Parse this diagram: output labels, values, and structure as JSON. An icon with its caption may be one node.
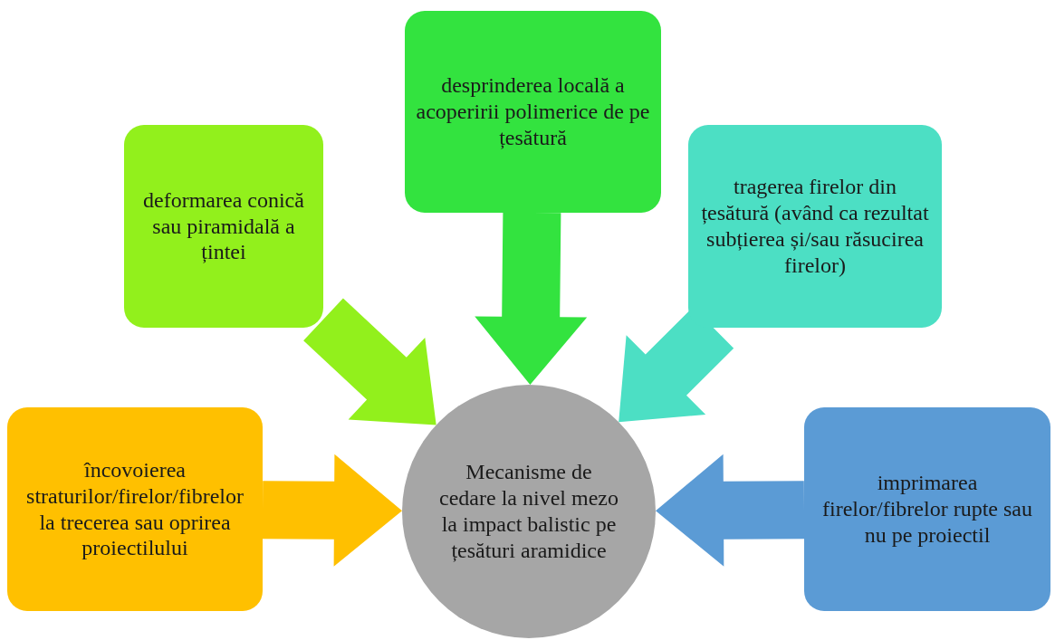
{
  "diagram": {
    "nodes": [
      {
        "text": [
          "deformarea conică sau piramidală a țintei"
        ]
      },
      {
        "text": [
          "desprinderea locală a acoperirii polimerice de pe țesătură"
        ]
      },
      {
        "text": [
          "tragerea firelor din țesătură (având ca rezultat subțierea și/sau răsucirea firelor)"
        ]
      },
      {
        "text": [
          "încovoierea straturilor/firelor/fibrelor la trecerea sau oprirea proiectilului"
        ]
      },
      {
        "text": [
          "Mecanisme de cedare la nivel mezo la impact balistic pe țesături aramidice"
        ]
      },
      {
        "text": [
          "imprimarea firelor/fibrelor rupte sau nu pe proiectil"
        ]
      }
    ],
    "edges": [
      {
        "from": 0,
        "to": 4,
        "arrow": "to",
        "style": "thick",
        "color": "#92f01c"
      },
      {
        "from": 1,
        "to": 4,
        "arrow": "to",
        "style": "thick",
        "color": "#33e33f"
      },
      {
        "from": 2,
        "to": 4,
        "arrow": "to",
        "style": "thick",
        "color": "#4cdfc4"
      },
      {
        "from": 3,
        "to": 4,
        "arrow": "to",
        "style": "thick",
        "color": "#ffc000"
      },
      {
        "from": 5,
        "to": 4,
        "arrow": "to",
        "style": "thick",
        "color": "#5b9bd5"
      }
    ]
  }
}
